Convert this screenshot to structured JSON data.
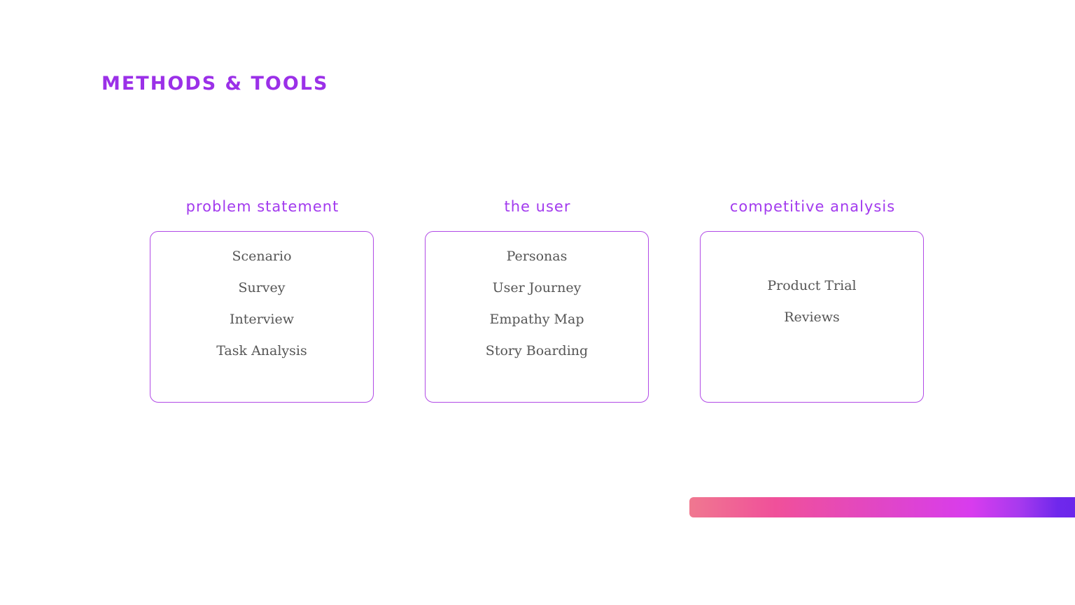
{
  "title": "METHODS & TOOLS",
  "columns": [
    {
      "heading": "problem statement",
      "items": [
        "Scenario",
        "Survey",
        "Interview",
        "Task Analysis"
      ]
    },
    {
      "heading": "The user",
      "items": [
        "Personas",
        "User Journey",
        "Empathy Map",
        "Story Boarding"
      ]
    },
    {
      "heading": "competitive analysis",
      "items": [
        "Product Trial",
        "Reviews"
      ]
    }
  ],
  "colors": {
    "accent_purple": "#9b30e8",
    "card_border": "#b14ae6",
    "body_text": "#555555",
    "gradient_start": "#f07890",
    "gradient_mid": "#d83cee",
    "gradient_end": "#6a26ea"
  }
}
